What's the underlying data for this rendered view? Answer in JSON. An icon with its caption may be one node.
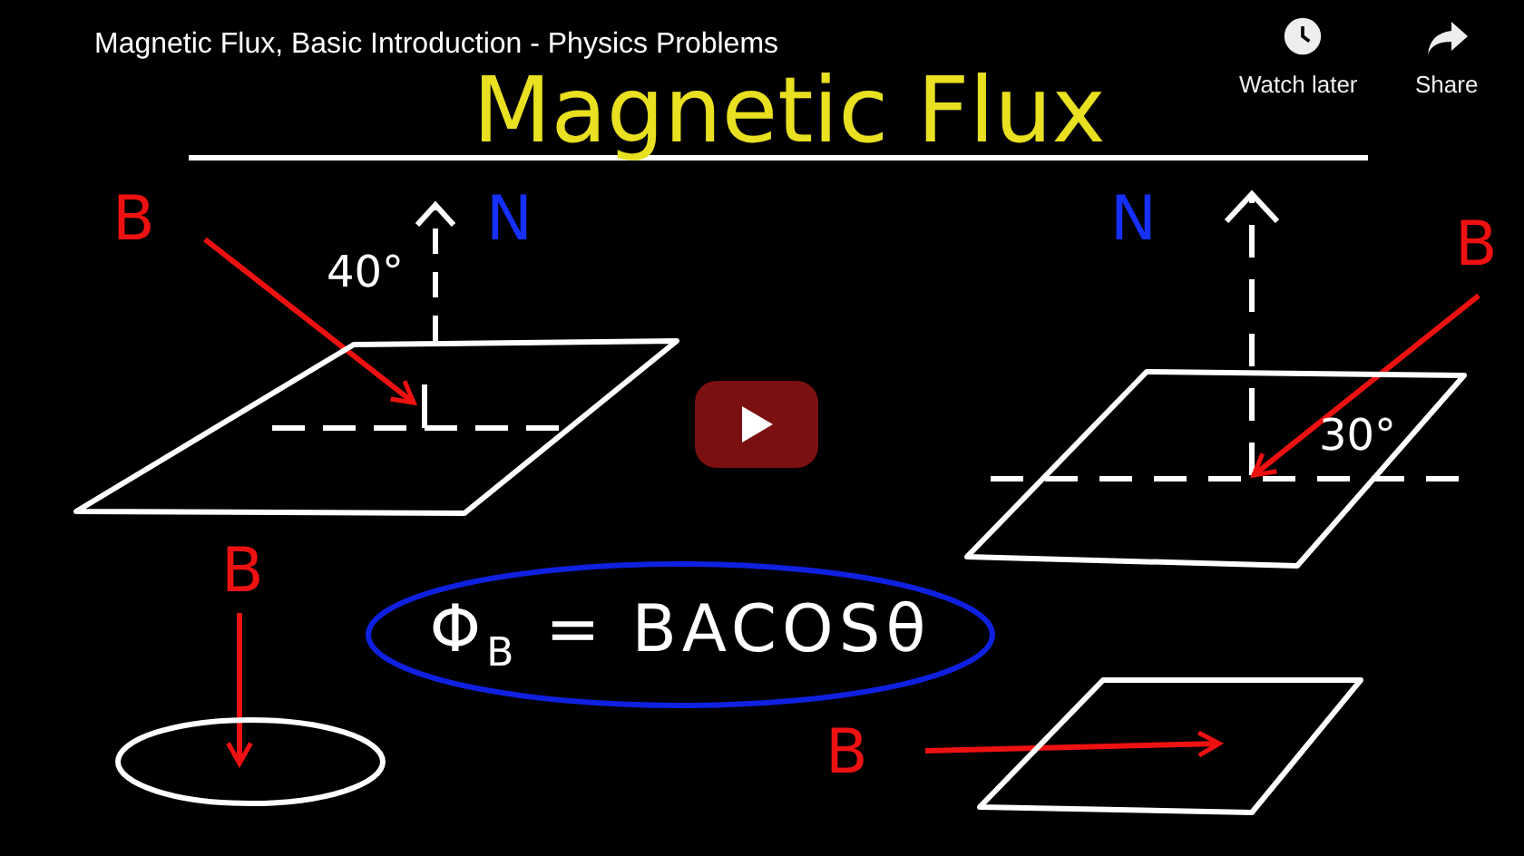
{
  "diagram": {
    "title": "Magnetic Flux",
    "nodes": [
      {
        "text": [
          "B"
        ]
      },
      {
        "text": [],
        "shape": "parallelogram"
      },
      {
        "text": [
          "B"
        ]
      },
      {
        "text": [],
        "shape": "parallelogram"
      },
      {
        "text": [
          "B"
        ]
      },
      {
        "text": [],
        "shape": "ellipse"
      },
      {
        "text": [
          "Φ$_{B}$ = BACOSθ"
        ]
      },
      {
        "text": [
          "B"
        ]
      },
      {
        "text": [],
        "shape": "parallelogram"
      }
    ],
    "edges": [
      {
        "from": 0,
        "to": 1,
        "arrow": "to"
      },
      {
        "from": 2,
        "to": 3,
        "arrow": "to"
      },
      {
        "from": 4,
        "to": 5,
        "arrow": "to"
      },
      {
        "from": 7,
        "to": 8,
        "arrow": "to"
      }
    ],
    "labels": [
      "Magnetic Flux, Basic Introduction - Physics Problems",
      "Watch later",
      "Share",
      "40°",
      "N",
      "N",
      "30°"
    ]
  }
}
